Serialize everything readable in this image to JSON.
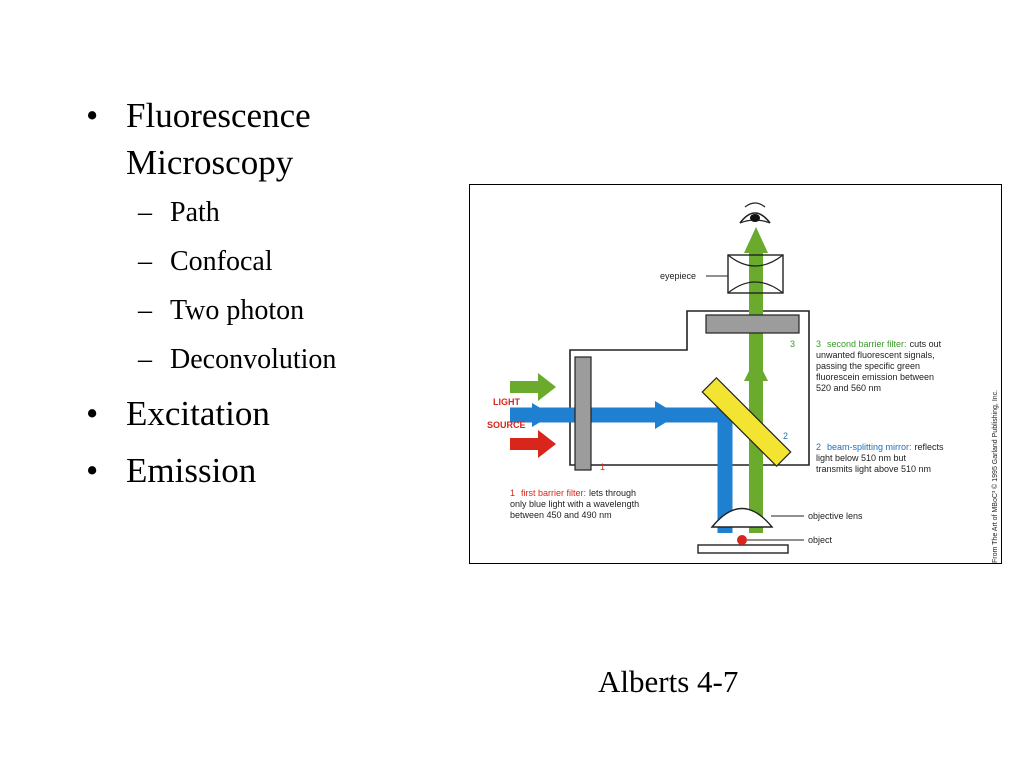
{
  "slide": {
    "bullets": [
      {
        "text": "Fluorescence Microscopy",
        "line1": "Fluorescence",
        "line2": "Microscopy",
        "sub": [
          "Path",
          "Confocal",
          "Two photon",
          "Deconvolution"
        ]
      },
      {
        "text": "Excitation"
      },
      {
        "text": "Emission"
      }
    ],
    "bullet_char": "•",
    "sub_bullet_char": "–",
    "credit": "Alberts 4-7"
  },
  "figure": {
    "light_source": [
      "LIGHT",
      "SOURCE"
    ],
    "eyepiece": "eyepiece",
    "objective_lens": "objective lens",
    "object": "object",
    "numbers": [
      "1",
      "2",
      "3"
    ],
    "filter1": {
      "num": "1",
      "title": "first barrier filter:",
      "rest": "lets through",
      "lines": [
        "only blue light with a wavelength",
        "between 450 and 490 nm"
      ]
    },
    "mirror2": {
      "num": "2",
      "title": "beam-splitting mirror:",
      "rest": "reflects",
      "lines": [
        "light below 510 nm but",
        "transmits light above 510 nm"
      ]
    },
    "filter3": {
      "num": "3",
      "title": "second barrier filter:",
      "rest": "cuts out",
      "lines": [
        "unwanted fluorescent signals,",
        "passing the specific green",
        "fluorescein emission between",
        "520 and 560 nm"
      ]
    },
    "copyright": "From The Art of MBoC³ © 1995 Garland Publishing, Inc.",
    "colors": {
      "green": "#6aab2e",
      "blue": "#1f7fd0",
      "red": "#d8261c",
      "yellow": "#f3e431",
      "gray": "#9c9c9c",
      "label_red": "#d8261c",
      "label_green": "#3a9a2a",
      "label_blue": "#1f6fc0"
    }
  }
}
